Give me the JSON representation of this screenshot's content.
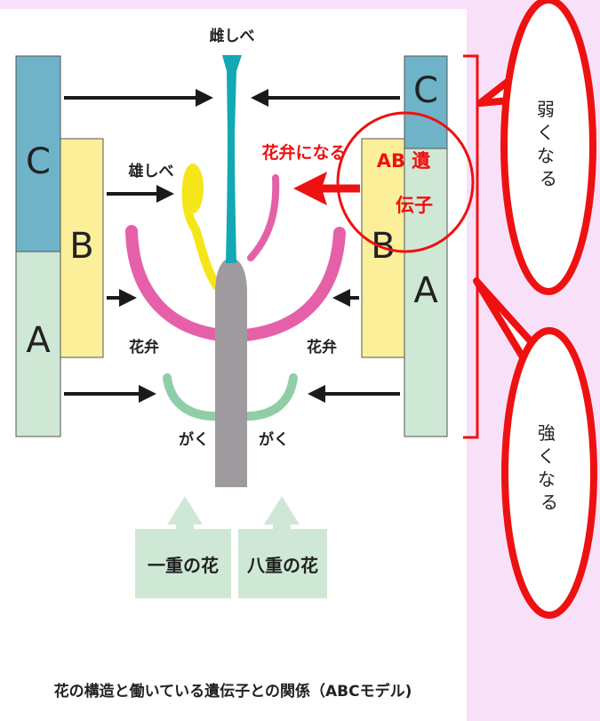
{
  "labels": {
    "pistil_top": "雌しべ",
    "stamen": "雄しべ",
    "petal_left": "花弁",
    "petal_right": "花弁",
    "sepal_left": "がく",
    "sepal_right": "がく",
    "single_flower": "一重の花",
    "double_flower": "八重の花",
    "caption": "花の構造と働いている遺伝子との関係（ABCモデル)"
  },
  "gene_blocks": {
    "left_c": "C",
    "left_b": "B",
    "left_a": "A",
    "right_c": "C",
    "right_b": "B",
    "right_a": "A"
  },
  "annotations": {
    "becomes_petal": "花弁になる",
    "ab_gene_line1": "AB 遺",
    "ab_gene_line2": "伝子",
    "weaker": "弱くなる",
    "stronger": "強くなる"
  },
  "colors": {
    "background": "#f9e0f9",
    "panel": "#ffffff",
    "gene_c": "#6fb3c9",
    "gene_b": "#fbef9a",
    "gene_a": "#cfe8d6",
    "pistil": "#12a8b4",
    "stamen": "#f5e61a",
    "petal": "#e560a8",
    "sepal": "#8fcea6",
    "receptacle": "#9e9a9d",
    "annotation_red": "#ee1111",
    "arrow_black": "#1a1a1a"
  }
}
